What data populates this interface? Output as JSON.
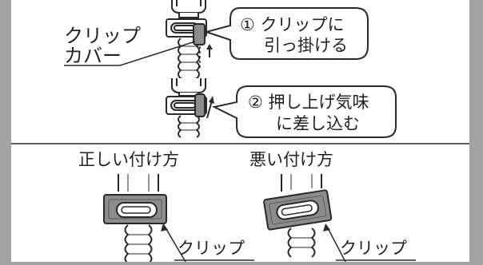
{
  "upper": {
    "part_label_line1": "クリップ",
    "part_label_line2": "カバー",
    "step1_line1": "① クリップに",
    "step1_line2": "引っ掛ける",
    "step2_line1": "② 押し上げ気味",
    "step2_line2": "に差し込む"
  },
  "lower": {
    "good_title": "正しい付け方",
    "bad_title": "悪い付け方",
    "good_clip_label": "クリップ",
    "bad_clip_label": "クリップ"
  },
  "colors": {
    "side_bar": "#a3a3a3",
    "panel": "#ffffff",
    "line": "#2a2a2a",
    "clip_fill": "#8c8c8c",
    "clip_dark": "#5a5a5a"
  }
}
